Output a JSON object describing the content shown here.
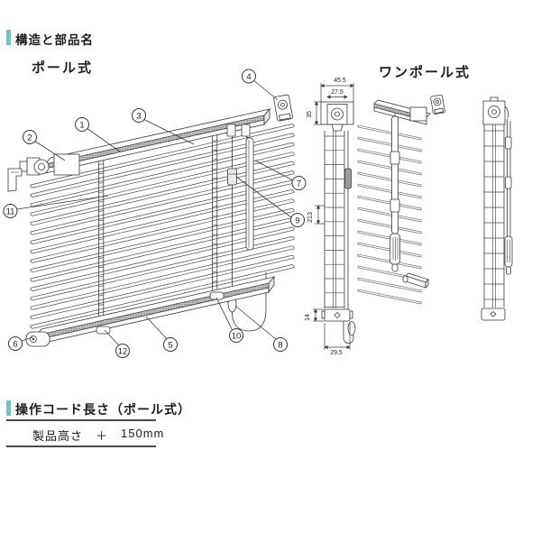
{
  "header": {
    "title": "構造と部品名"
  },
  "sections": {
    "pole": {
      "title": "ポール式"
    },
    "one_pole": {
      "title": "ワンポール式"
    }
  },
  "main_diagram": {
    "callouts": [
      "1",
      "2",
      "3",
      "4",
      "5",
      "6",
      "7",
      "8",
      "9",
      "10",
      "11",
      "12"
    ]
  },
  "dimension_diagram": {
    "top_outer_width": "45.5",
    "top_inner_width": "27.5",
    "headrail_height": "35",
    "pole_length": "213",
    "bottomrail_height": "14",
    "bottomrail_width": "29.5"
  },
  "cord_table": {
    "title": "操作コード長さ（ポール式）",
    "row": {
      "label": "製品高さ",
      "operator": "＋",
      "value": "150mm"
    }
  },
  "colors": {
    "accent_teal": "#72c5c0",
    "line_art": "#3a3a3a"
  }
}
